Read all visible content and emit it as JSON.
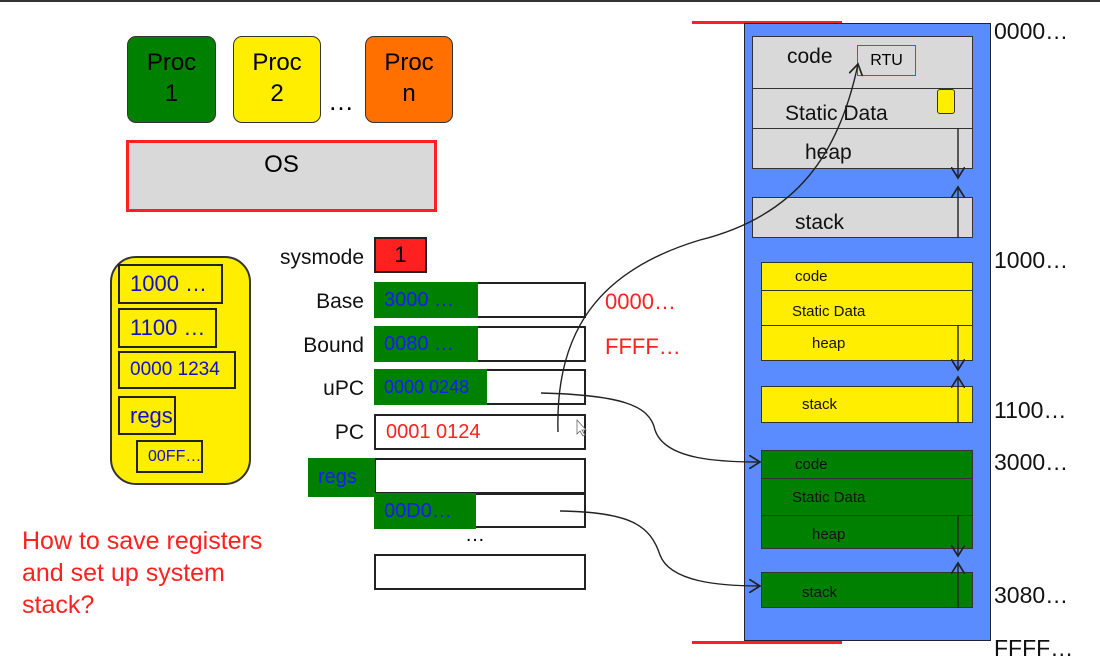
{
  "processes": [
    {
      "label": "Proc\n1",
      "line1": "Proc",
      "line2": "1",
      "color": "#008000"
    },
    {
      "label": "Proc\n2",
      "line1": "Proc",
      "line2": "2",
      "color": "#ffee00"
    },
    {
      "line1": "Proc",
      "line2": "n",
      "color": "#ff7000"
    }
  ],
  "proc_ellipsis": "…",
  "os_label": "OS",
  "saved_state": {
    "items": [
      "1000 …",
      "1100 …",
      "0000 1234",
      "regs",
      "00FF…"
    ]
  },
  "registers": {
    "sysmode": {
      "label": "sysmode",
      "value": "1"
    },
    "base": {
      "label": "Base",
      "value": "3000 …",
      "note": "0000…"
    },
    "bound": {
      "label": "Bound",
      "value": "0080 …",
      "note": "FFFF…"
    },
    "upc": {
      "label": "uPC",
      "value": "0000 0248"
    },
    "pc": {
      "label": "PC",
      "value": "0001 0124"
    },
    "regs": {
      "label": "regs",
      "value": "00D0…"
    },
    "ellipsis": "…"
  },
  "question": [
    "How to save registers",
    "and set up system",
    "stack?"
  ],
  "memory": {
    "os": {
      "code": "code",
      "rtu": "RTU",
      "static": "Static Data",
      "heap": "heap",
      "stack": "stack"
    },
    "proc2": {
      "code": "code",
      "static": "Static Data",
      "heap": "heap",
      "stack": "stack"
    },
    "proc1": {
      "code": "code",
      "static": "Static Data",
      "heap": "heap",
      "stack": "stack"
    },
    "addresses": [
      "0000…",
      "1000…",
      "1100…",
      "3000…",
      "3080…",
      "FFFF…"
    ]
  },
  "colors": {
    "memory_bg": "#5b8cff",
    "green": "#008000",
    "yellow": "#ffee00",
    "orange": "#ff7000",
    "red": "#ff2020",
    "gray": "#d9d9d9"
  }
}
